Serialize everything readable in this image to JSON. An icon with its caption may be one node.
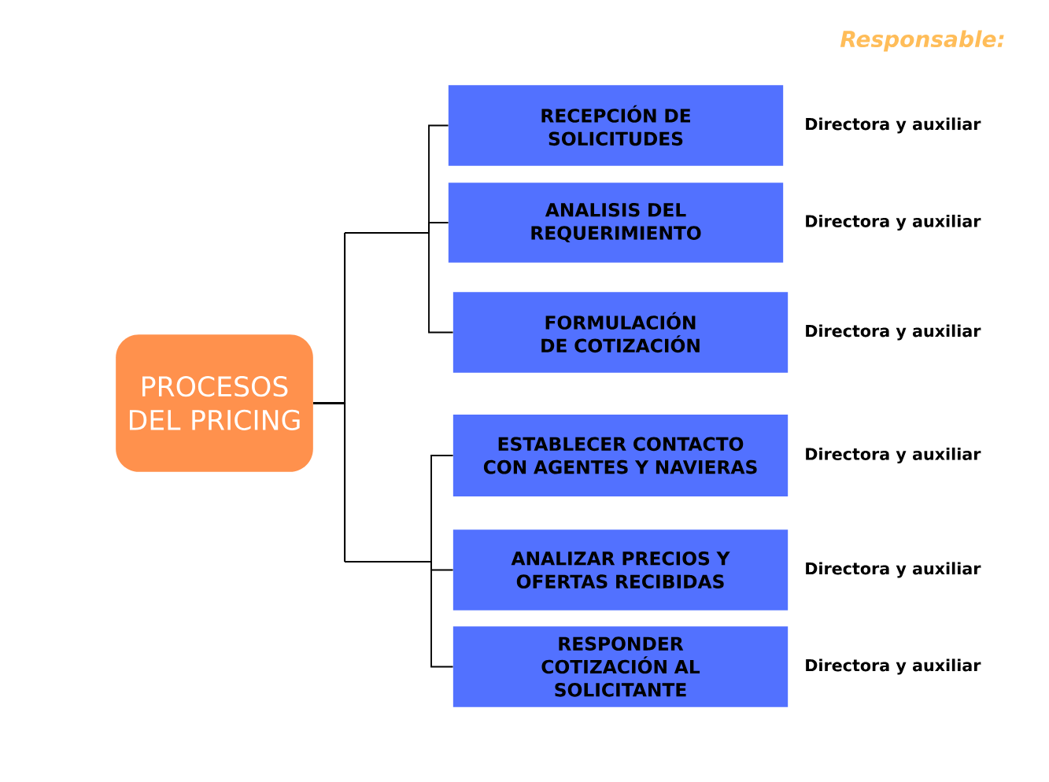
{
  "diagram": {
    "nodes": [
      {
        "text": [
          "PROCESOS DEL PRICING"
        ]
      },
      {
        "text": [
          "RECEPCIÓN DE SOLICITUDES"
        ],
        "beside": [
          "Directora y auxiliar"
        ]
      },
      {
        "text": [
          "ANALISIS DEL REQUERIMIENTO"
        ],
        "beside": [
          "Directora y auxiliar"
        ]
      },
      {
        "text": [
          "FORMULACIÓN DE COTIZACIÓN"
        ],
        "beside": [
          "Directora y auxiliar"
        ]
      },
      {
        "text": [
          "ESTABLECER CONTACTO CON AGENTES Y NAVIERAS"
        ],
        "beside": [
          "Directora y auxiliar"
        ]
      },
      {
        "text": [
          "ANALIZAR PRECIOS Y OFERTAS RECIBIDAS"
        ],
        "beside": [
          "Directora y auxiliar"
        ]
      },
      {
        "text": [
          "RESPONDER COTIZACIÓN AL SOLICITANTE"
        ],
        "beside": [
          "Directora y auxiliar"
        ]
      }
    ],
    "edges": [
      {
        "from": 0,
        "to": 1,
        "arrow": "none"
      },
      {
        "from": 0,
        "to": 2,
        "arrow": "none"
      },
      {
        "from": 0,
        "to": 3,
        "arrow": "none"
      },
      {
        "from": 0,
        "to": 4,
        "arrow": "none"
      },
      {
        "from": 0,
        "to": 5,
        "arrow": "none"
      },
      {
        "from": 0,
        "to": 6,
        "arrow": "none"
      }
    ],
    "labels": [
      "Responsable:"
    ]
  }
}
